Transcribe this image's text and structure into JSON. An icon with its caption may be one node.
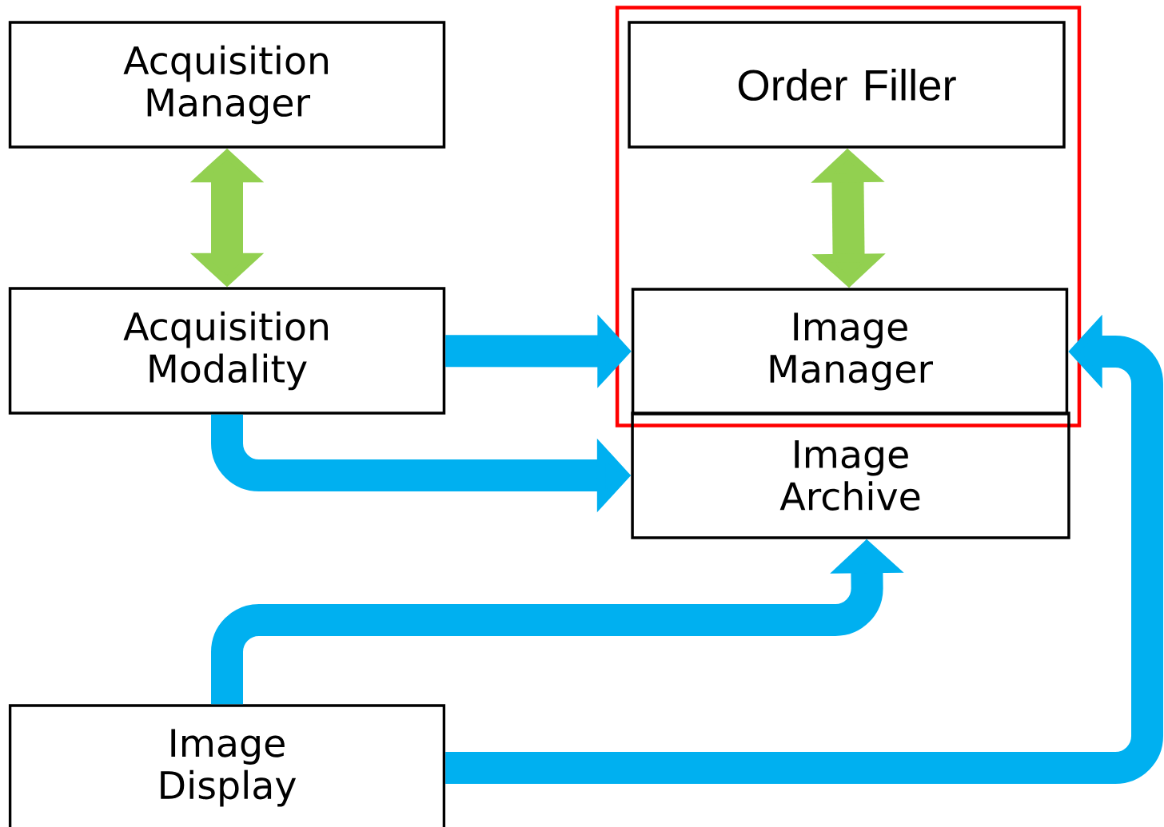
{
  "diagram": {
    "nodes": [
      {
        "text": [
          "Acquisition Manager"
        ]
      },
      {
        "text": [],
        "shape": "box"
      },
      {
        "text": [
          "Order Filler"
        ],
        "in": 1
      },
      {
        "text": [
          "Acquisition Modality"
        ]
      },
      {
        "text": [
          "Image Manager"
        ],
        "in": 1
      },
      {
        "text": [
          "Image Archive"
        ]
      },
      {
        "text": [
          "Image Display"
        ]
      }
    ],
    "edges": [
      {
        "from": 0,
        "to": 3,
        "arrow": "both",
        "color": "#92d050"
      },
      {
        "from": 2,
        "to": 4,
        "arrow": "both",
        "color": "#92d050"
      },
      {
        "from": 3,
        "to": 4,
        "arrow": "to"
      },
      {
        "from": 3,
        "to": 5,
        "arrow": "to"
      },
      {
        "from": 6,
        "to": 5,
        "arrow": "to"
      },
      {
        "from": 6,
        "to": 4,
        "arrow": "to"
      }
    ]
  }
}
